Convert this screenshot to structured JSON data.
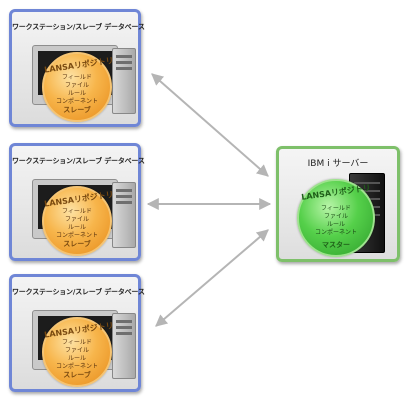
{
  "workstations": [
    {
      "title": "ワークステーション/スレーブ データベース",
      "orb_arc": "LANSAリポジトリ",
      "items": [
        "フィールド",
        "ファイル",
        "ルール",
        "コンポーネント"
      ],
      "role": "スレーブ"
    },
    {
      "title": "ワークステーション/スレーブ データベース",
      "orb_arc": "LANSAリポジトリ",
      "items": [
        "フィールド",
        "ファイル",
        "ルール",
        "コンポーネント"
      ],
      "role": "スレーブ"
    },
    {
      "title": "ワークステーション/スレーブ データベース",
      "orb_arc": "LANSAリポジトリ",
      "items": [
        "フィールド",
        "ファイル",
        "ルール",
        "コンポーネント"
      ],
      "role": "スレーブ"
    }
  ],
  "server": {
    "title": "IBM i サーバー",
    "orb_arc": "LANSAリポジトリ",
    "items": [
      "フィールド",
      "ファイル",
      "ルール",
      "コンポーネント"
    ],
    "role": "マスター"
  },
  "colors": {
    "workstation_border": "#6f86d6",
    "server_border": "#7ec06a",
    "slave_orb": "#f7b54b",
    "master_orb": "#55d04a",
    "arrow": "#b5b5b5"
  }
}
